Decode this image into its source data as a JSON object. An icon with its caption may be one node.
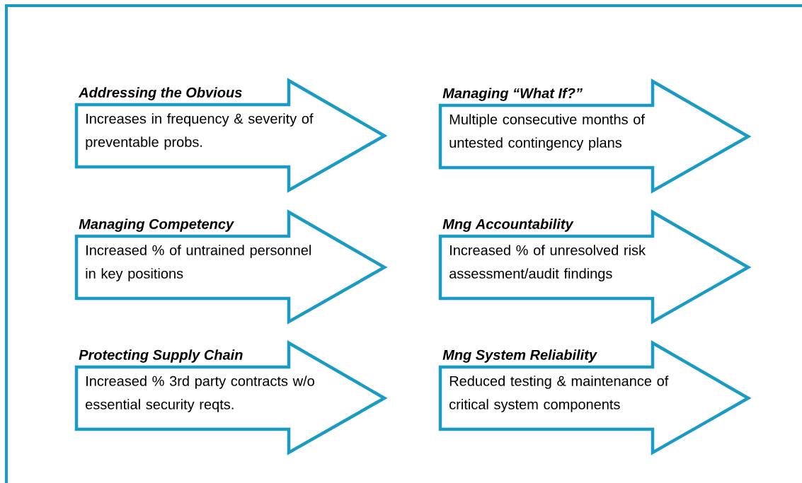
{
  "diagram": {
    "nodes": [
      {
        "text": [
          "Addressing the Obvious",
          "Increases in frequency & severity of preventable probs."
        ]
      },
      {
        "text": [
          "Managing “What If?”",
          "Multiple consecutive months of untested contingency plans"
        ]
      },
      {
        "text": [
          "Managing Competency",
          "Increased % of untrained personnel in key positions"
        ]
      },
      {
        "text": [
          "Mng Accountability",
          "Increased % of unresolved risk assessment/audit findings"
        ]
      },
      {
        "text": [
          "Protecting Supply Chain",
          "Increased % 3rd party contracts w/o essential security reqts."
        ]
      },
      {
        "text": [
          "Mng System Reliability",
          "Reduced testing & maintenance of critical system components"
        ]
      }
    ]
  }
}
